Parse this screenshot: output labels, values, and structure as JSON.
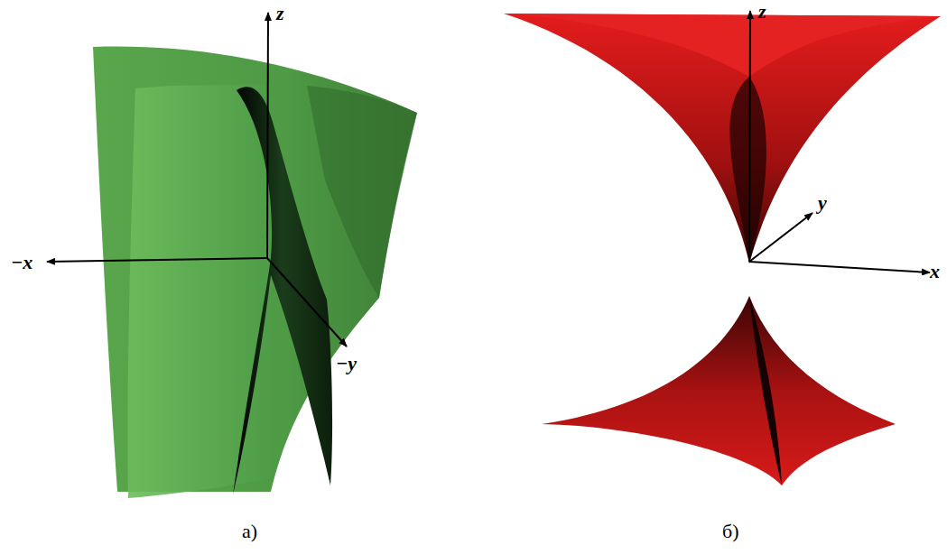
{
  "diagram": {
    "labels": [
      "z",
      "−x",
      "−y",
      "а)",
      "z",
      "y",
      "x",
      "б)"
    ]
  }
}
